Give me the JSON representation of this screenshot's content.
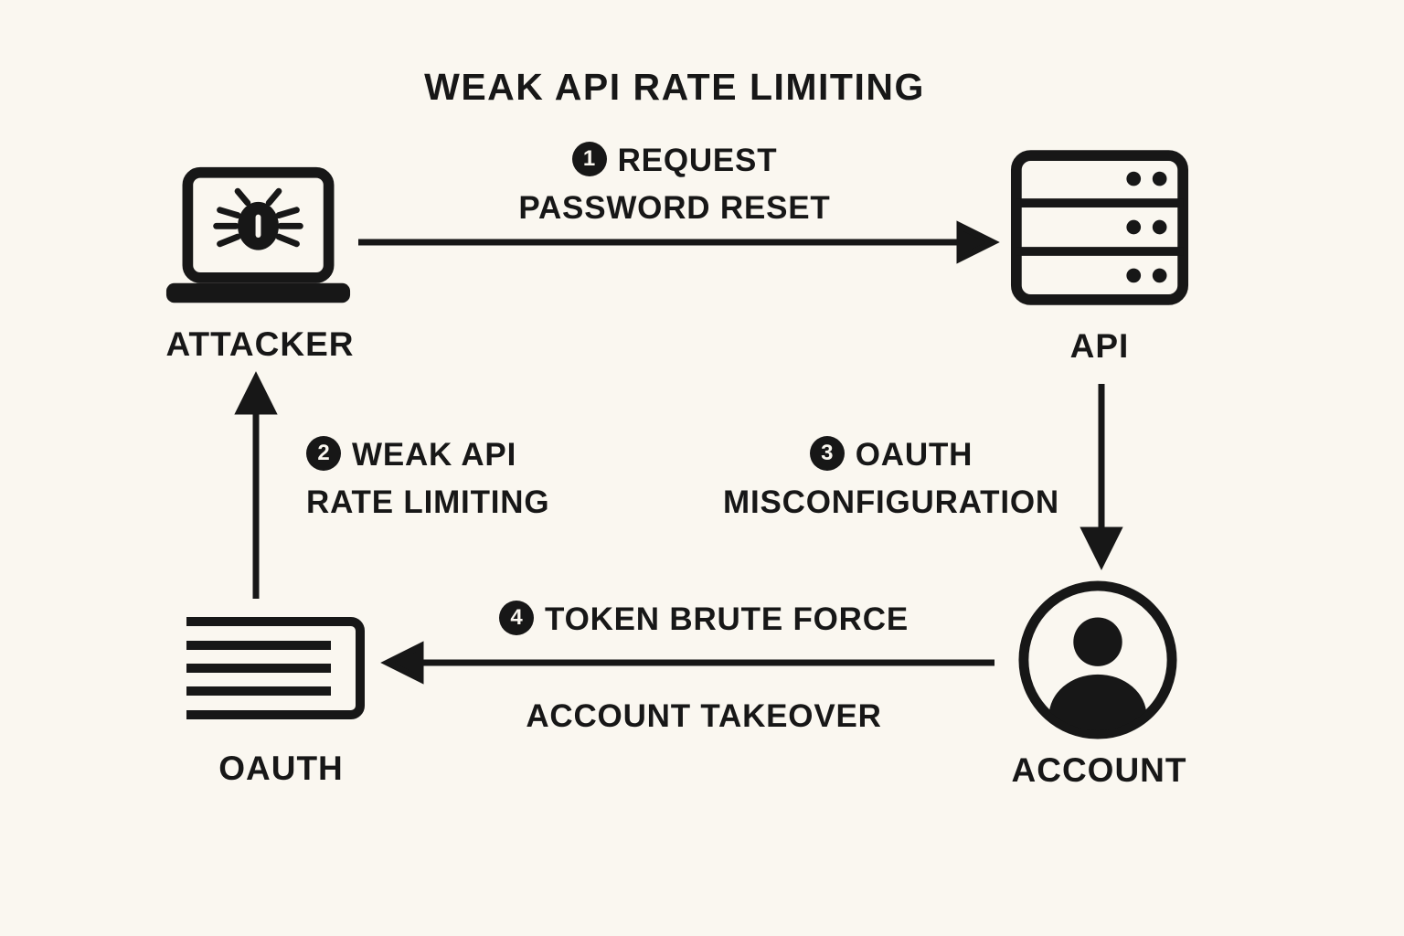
{
  "diagram": {
    "title": "WEAK API RATE LIMITING",
    "nodes": {
      "attacker": {
        "label": "ATTACKER"
      },
      "api": {
        "label": "API"
      },
      "account": {
        "label": "ACCOUNT"
      },
      "oauth": {
        "label": "OAUTH"
      }
    },
    "steps": {
      "step1": {
        "number": "1",
        "line1": "REQUEST",
        "line2": "PASSWORD RESET"
      },
      "step2": {
        "number": "2",
        "line1": "WEAK API",
        "line2": "RATE LIMITING"
      },
      "step3": {
        "number": "3",
        "line1": "OAUTH",
        "line2": "MISCONFIGURATION"
      },
      "step4": {
        "number": "4",
        "label": "TOKEN BRUTE FORCE",
        "sublabel": "ACCOUNT TAKEOVER"
      }
    },
    "icons": {
      "attacker": "laptop-bug-icon",
      "api": "server-icon",
      "account": "user-circle-icon",
      "oauth": "document-lines-icon"
    },
    "colors": {
      "background": "#faf7f0",
      "ink": "#171717"
    }
  }
}
